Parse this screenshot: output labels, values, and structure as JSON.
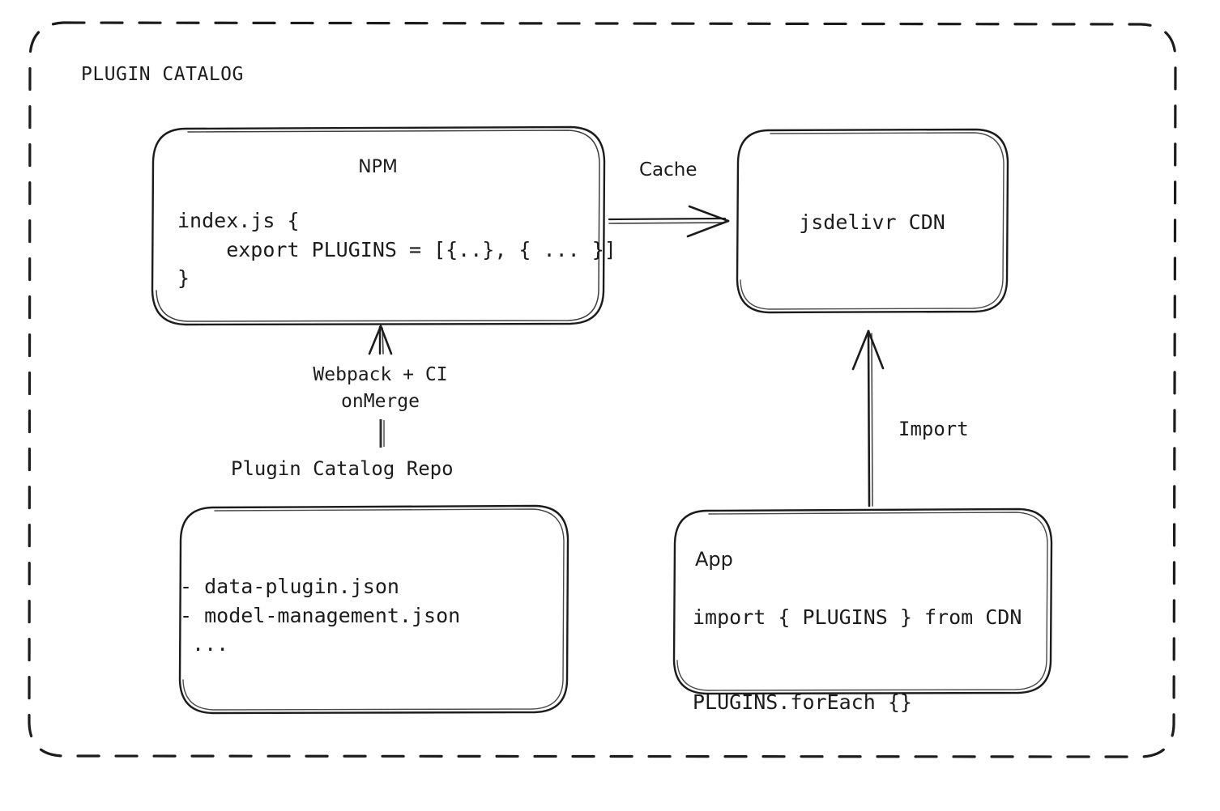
{
  "container": {
    "title": "PLUGIN CATALOG",
    "border_style": "dashed",
    "stroke_color": "#1c1c1c"
  },
  "nodes": {
    "npm": {
      "title": "NPM",
      "code_lines": "index.js {\n    export PLUGINS = [{..}, { ... }]\n}"
    },
    "cdn": {
      "title": "jsdelivr CDN"
    },
    "repo": {
      "caption": "Plugin Catalog Repo",
      "code_lines": "- data-plugin.json\n- model-management.json\n ..."
    },
    "app": {
      "title": "App",
      "code_lines": "import { PLUGINS } from CDN\n\nPLUGINS.forEach {}"
    }
  },
  "edges": {
    "cache": {
      "label": "Cache",
      "from": "npm",
      "to": "cdn",
      "direction": "right"
    },
    "build": {
      "label": "Webpack + CI\nonMerge",
      "from": "repo",
      "to": "npm",
      "direction": "up"
    },
    "import": {
      "label": "Import",
      "from": "app",
      "to": "cdn",
      "direction": "up"
    }
  }
}
